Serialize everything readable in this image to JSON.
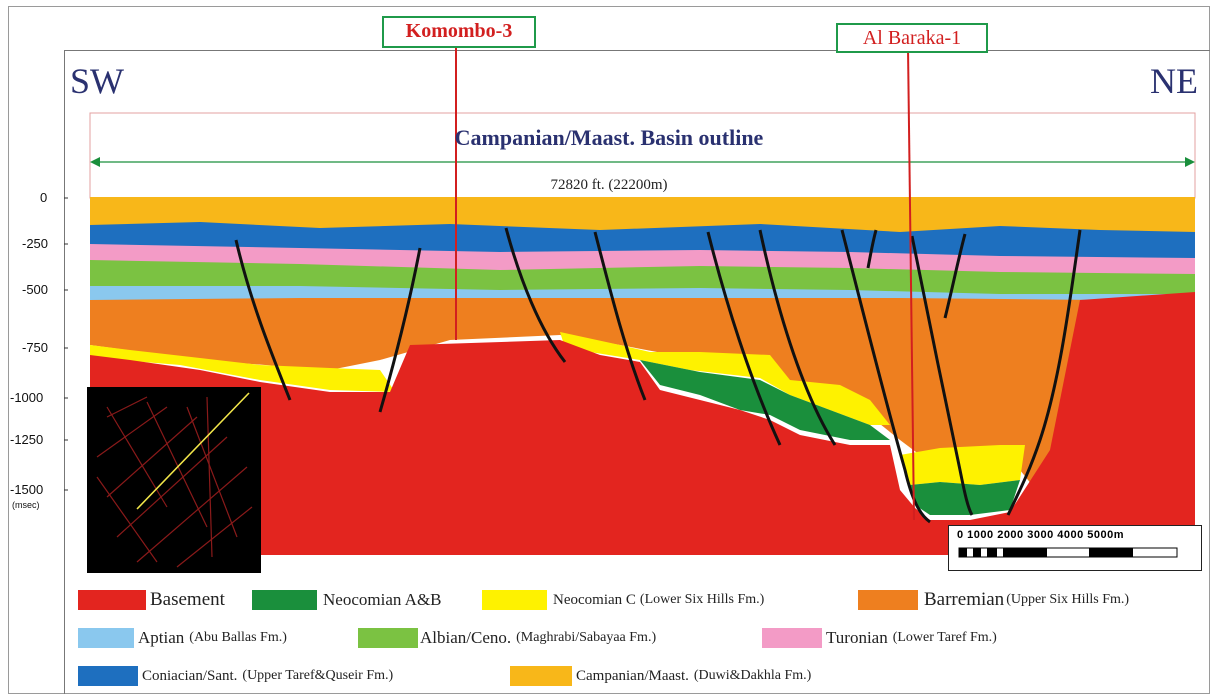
{
  "section": {
    "wells": [
      {
        "name": "Komombo-3"
      },
      {
        "name": "Al Baraka-1"
      }
    ],
    "dir_left": "SW",
    "dir_right": "NE",
    "basin_title": "Campanian/Maast. Basin outline",
    "distance_label": "72820  ft. (22200m)",
    "y_ticks": [
      "0",
      "-250",
      "-500",
      "-750",
      "-1000",
      "-1250",
      "-1500"
    ],
    "y_unit": "(msec)",
    "scale_labels": "0    1000  2000  3000  4000  5000m"
  },
  "legend": [
    {
      "name": "Basement",
      "sub": "",
      "color": "#e3251f"
    },
    {
      "name": "Neocomian A&B",
      "sub": "",
      "color": "#1a8f3c"
    },
    {
      "name": "Neocomian C",
      "sub": "(Lower Six Hills Fm.)",
      "color": "#fef200"
    },
    {
      "name": "Barremian",
      "sub": "(Upper Six Hills Fm.)",
      "color": "#ee7f1f"
    },
    {
      "name": "Aptian",
      "sub": "(Abu Ballas Fm.)",
      "color": "#8ac8ee"
    },
    {
      "name": "Albian/Ceno.",
      "sub": "(Maghrabi/Sabayaa Fm.)",
      "color": "#7bc242"
    },
    {
      "name": "Turonian",
      "sub": "(Lower Taref Fm.)",
      "color": "#f39bc6"
    },
    {
      "name": "Coniacian/Sant.",
      "sub": "(Upper Taref&Quseir Fm.)",
      "color": "#1e6fbf"
    },
    {
      "name": "Campanian/Maast.",
      "sub": "(Duwi&Dakhla Fm.)",
      "color": "#f8b719"
    }
  ]
}
